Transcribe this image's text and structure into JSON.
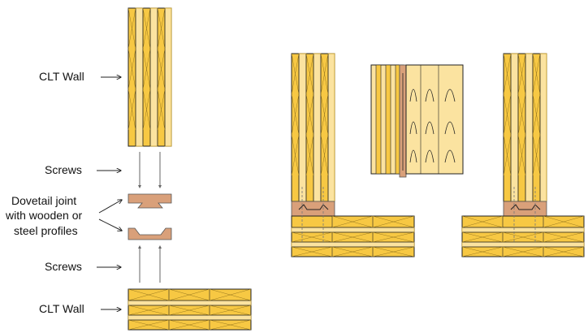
{
  "labels": {
    "clt_wall_top": "CLT Wall",
    "screws_top": "Screws",
    "dovetail_line1": "Dovetail joint",
    "dovetail_line2": "with wooden or",
    "dovetail_line3": "steel profiles",
    "screws_bottom": "Screws",
    "clt_wall_bottom": "CLT Wall"
  },
  "colors": {
    "wood": "#f7c843",
    "wood_light": "#fbe7a1",
    "wood_edge": "#caa025",
    "joint": "#d9a07a",
    "outline": "#222222"
  },
  "icons": {
    "arrow": "right-arrow-icon",
    "screw": "screw-icon"
  }
}
